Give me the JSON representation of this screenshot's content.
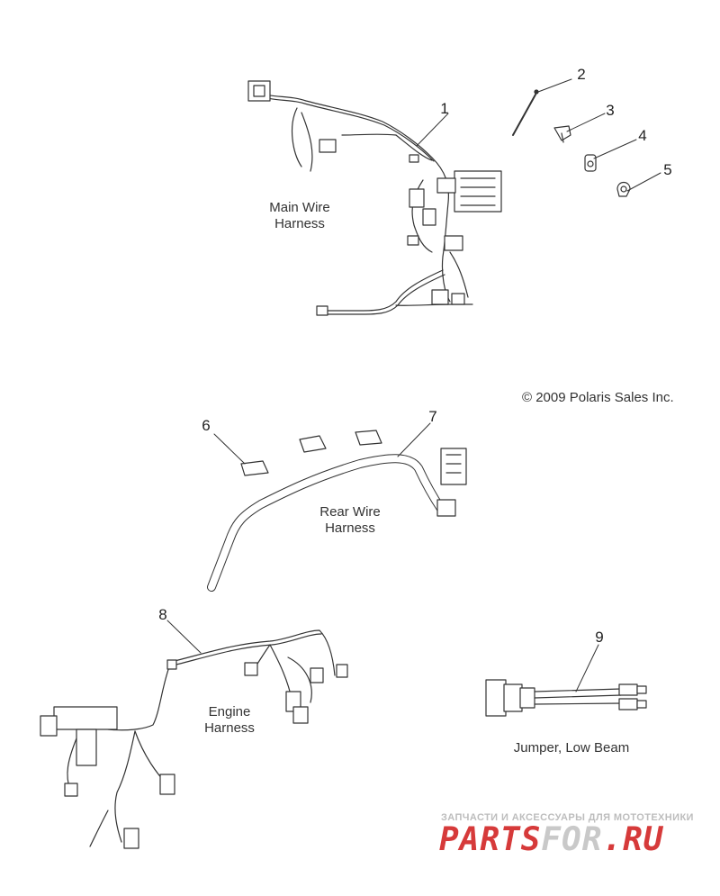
{
  "callouts": [
    "1",
    "2",
    "3",
    "4",
    "5",
    "6",
    "7",
    "8",
    "9"
  ],
  "labels": {
    "main_harness": [
      "Main Wire",
      "Harness"
    ],
    "rear_harness": [
      "Rear Wire",
      "Harness"
    ],
    "engine_harness": [
      "Engine",
      "Harness"
    ],
    "jumper": "Jumper, Low Beam"
  },
  "copyright": "© 2009 Polaris Sales Inc.",
  "watermark": {
    "subtitle": "ЗАПЧАСТИ И АКСЕССУАРЫ ДЛЯ МОТОТЕХНИКИ",
    "logo_part1": "PARTS",
    "logo_part2": "FOR",
    "logo_part3": ".RU"
  },
  "colors": {
    "line": "#333333",
    "watermark_red": "#d63a3a",
    "watermark_grey": "#c9c9c9"
  }
}
